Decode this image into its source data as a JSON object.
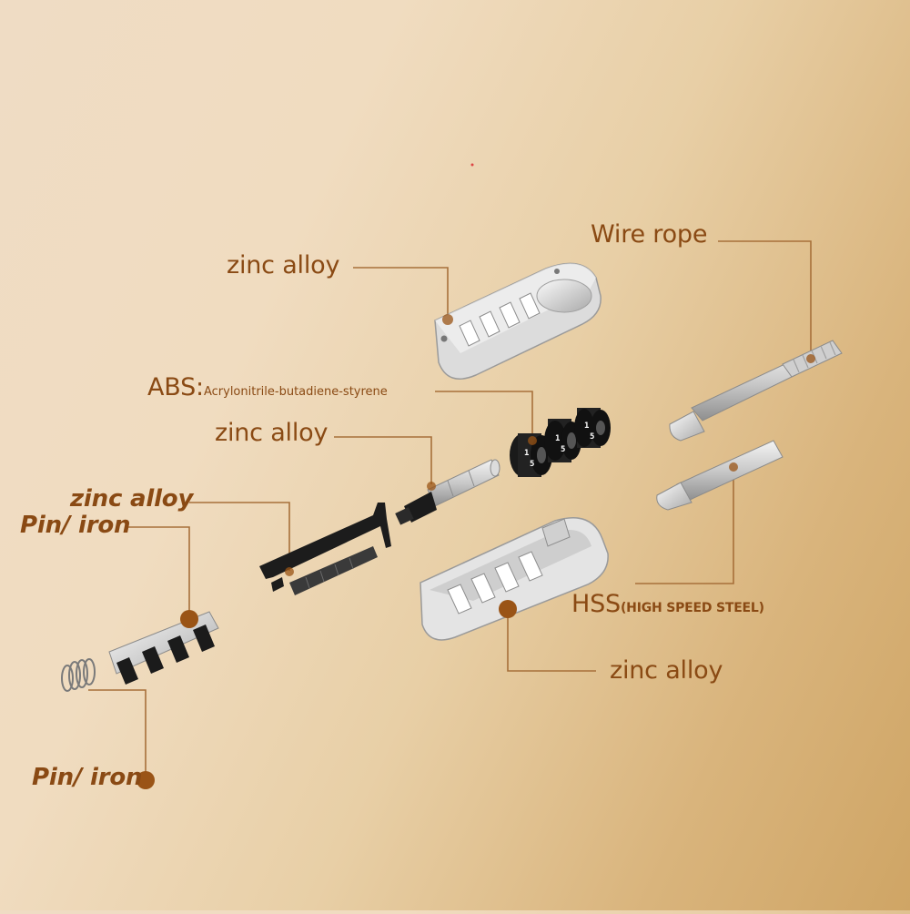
{
  "labels": {
    "zinc_top": "zinc alloy",
    "wire_rope": "Wire rope",
    "abs_prefix": "ABS:",
    "abs_full": "Acrylonitrile-butadiene-styrene",
    "zinc_mid": "zinc alloy",
    "zinc_italic": "zinc alloy",
    "pin_iron_1": "Pin/ iron",
    "hss_prefix": "HSS",
    "hss_full": "(HIGH SPEED STEEL)",
    "zinc_bottom": "zinc alloy",
    "pin_iron_2": "Pin/ iron"
  },
  "colors": {
    "leader": "#a7703a",
    "dot": "#9a5416",
    "label": "#8a4a14"
  }
}
